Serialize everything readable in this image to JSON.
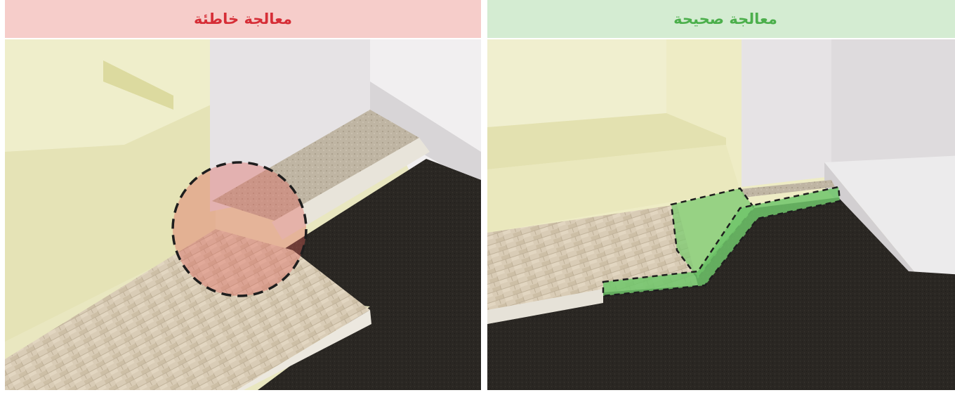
{
  "panels": [
    {
      "title": "معالجة خاطئة",
      "status": "wrong",
      "accent": "#d62e37",
      "header_bg": "#f6cdca"
    },
    {
      "title": "معالجة صحيحة",
      "status": "correct",
      "accent": "#4caf4c",
      "header_bg": "#d4ecd2"
    }
  ],
  "colors": {
    "wall": "#ecebc2",
    "asphalt": "#2a2723",
    "paving": "#d8cab3",
    "curb": "#e6e2d8",
    "building": "#e4e1e3"
  }
}
